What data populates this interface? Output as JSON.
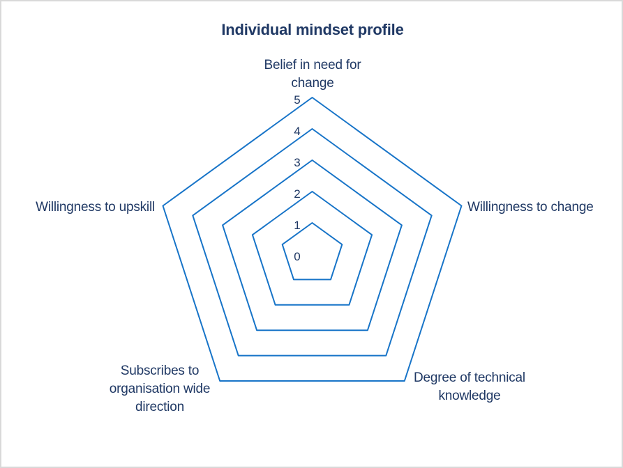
{
  "panel": {
    "background": "#ffffff",
    "border_color": "#d9d9d9"
  },
  "chart_data": {
    "type": "radar",
    "title": "Individual mindset profile",
    "categories": [
      "Belief in need for change",
      "Willingness to change",
      "Degree of technical knowledge",
      "Subscribes to organisation wide direction",
      "Willingness to upskill"
    ],
    "axis_labels_display": [
      "Belief in need for\nchange",
      "Willingness to change",
      "Degree of technical\nknowledge",
      "Subscribes to\norganisation wide\ndirection",
      "Willingness to upskill"
    ],
    "series": [],
    "ticks": [
      0,
      1,
      2,
      3,
      4,
      5
    ],
    "rlim": [
      0,
      5
    ],
    "grid": "concentric-pentagons",
    "spokes_visible": false,
    "legend": "none",
    "colors": {
      "gridline": "#1774c8",
      "text": "#1f3864"
    }
  }
}
